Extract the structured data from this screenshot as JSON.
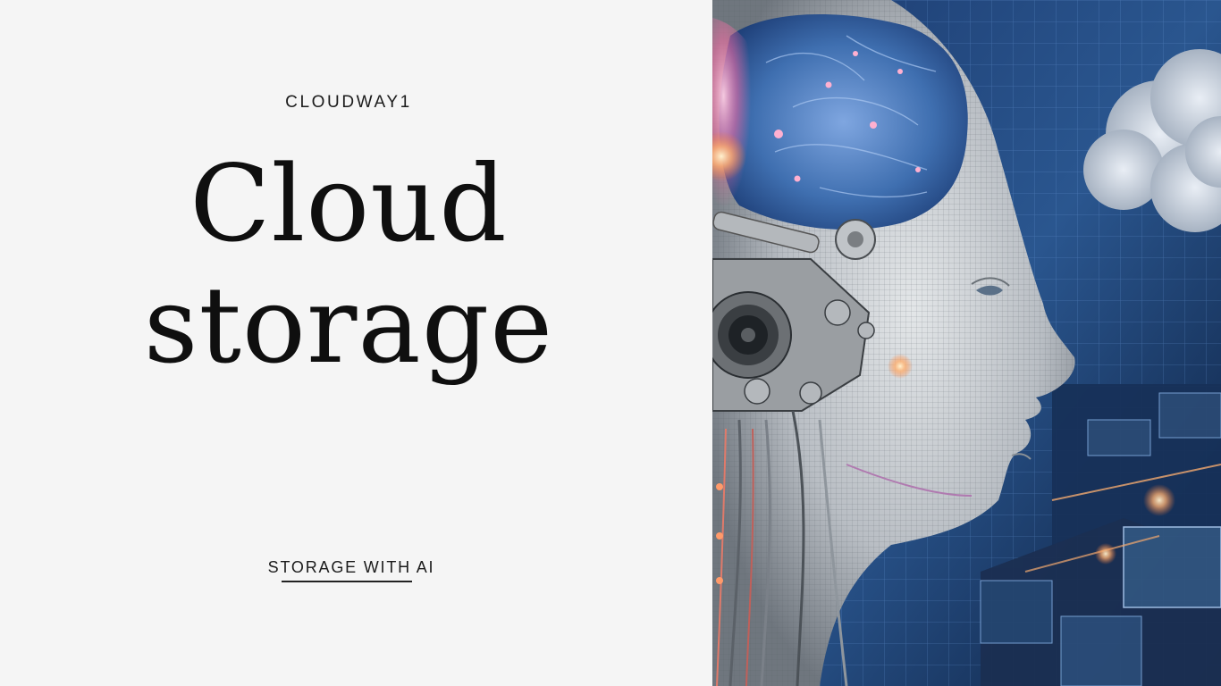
{
  "slide": {
    "brand": "CLOUDWAY1",
    "title_line1": "Cloud",
    "title_line2": "storage",
    "tagline": "STORAGE WITH AI"
  },
  "image": {
    "subject": "ai-head-illustration"
  },
  "colors": {
    "background": "#f5f5f5",
    "text": "#0f0f0f",
    "image_bg": "#0c1f3f",
    "brain_blue": "#3f6fb0",
    "neuron_pink": "#ff6fa8",
    "glow_orange": "#ffb070"
  }
}
